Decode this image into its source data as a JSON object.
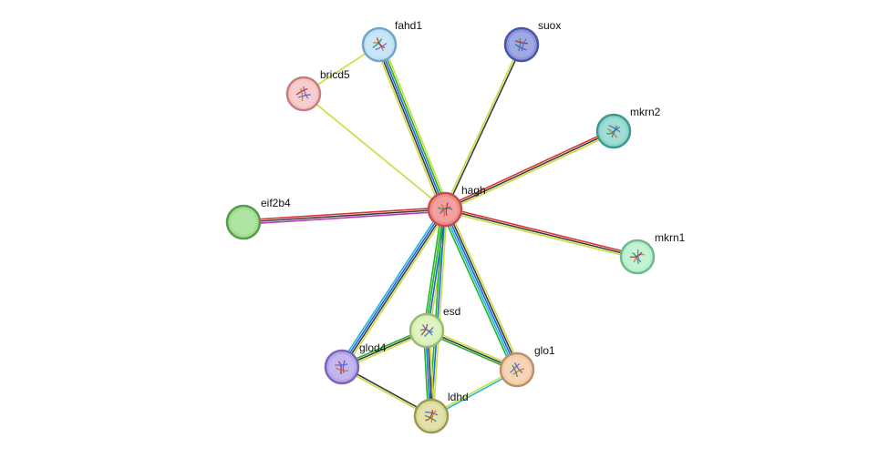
{
  "network": {
    "nodes": [
      {
        "id": "hagh",
        "label": "hagh",
        "fill": "#f08c8c",
        "stroke": "#c84c4c",
        "has_structure": true
      },
      {
        "id": "fahd1",
        "label": "fahd1",
        "fill": "#bfe0f6",
        "stroke": "#6fa6c8",
        "has_structure": true
      },
      {
        "id": "suox",
        "label": "suox",
        "fill": "#8c96dc",
        "stroke": "#4a54a8",
        "has_structure": true
      },
      {
        "id": "bricd5",
        "label": "bricd5",
        "fill": "#f6c4c4",
        "stroke": "#c48080",
        "has_structure": true
      },
      {
        "id": "mkrn2",
        "label": "mkrn2",
        "fill": "#8ad6cc",
        "stroke": "#3e9890",
        "has_structure": true
      },
      {
        "id": "eif2b4",
        "label": "eif2b4",
        "fill": "#9ede8e",
        "stroke": "#5a9a50",
        "has_structure": false
      },
      {
        "id": "mkrn1",
        "label": "mkrn1",
        "fill": "#b8f0cc",
        "stroke": "#70b890",
        "has_structure": true
      },
      {
        "id": "esd",
        "label": "esd",
        "fill": "#d8f0b4",
        "stroke": "#9ab878",
        "has_structure": true
      },
      {
        "id": "glod4",
        "label": "glod4",
        "fill": "#b8a6ec",
        "stroke": "#7a66b8",
        "has_structure": true
      },
      {
        "id": "glo1",
        "label": "glo1",
        "fill": "#f4cca8",
        "stroke": "#b89070",
        "has_structure": true
      },
      {
        "id": "ldhd",
        "label": "ldhd",
        "fill": "#dcdc98",
        "stroke": "#9a9a58",
        "has_structure": true
      }
    ],
    "edges": [
      {
        "source": "hagh",
        "target": "fahd1",
        "colors": [
          "#c8dc3c",
          "#3c3c3c",
          "#1e64dc",
          "#22b422",
          "#c8dc3c"
        ]
      },
      {
        "source": "hagh",
        "target": "suox",
        "colors": [
          "#c8dc3c",
          "#3c3c3c"
        ]
      },
      {
        "source": "hagh",
        "target": "bricd5",
        "colors": [
          "#c8dc3c"
        ]
      },
      {
        "source": "hagh",
        "target": "mkrn2",
        "colors": [
          "#dc3232",
          "#3c3c3c",
          "#c8dc3c"
        ]
      },
      {
        "source": "hagh",
        "target": "eif2b4",
        "colors": [
          "#b43cb4",
          "#3c3c3c",
          "#dc3232"
        ]
      },
      {
        "source": "hagh",
        "target": "mkrn1",
        "colors": [
          "#dc3232",
          "#3c3c3c",
          "#c8dc3c"
        ]
      },
      {
        "source": "hagh",
        "target": "esd",
        "colors": [
          "#c8dc3c",
          "#1e64dc",
          "#22b422",
          "#22b422"
        ]
      },
      {
        "source": "hagh",
        "target": "glod4",
        "colors": [
          "#c8dc3c",
          "#3c3c3c",
          "#1e64dc",
          "#22b4dc"
        ]
      },
      {
        "source": "hagh",
        "target": "glo1",
        "colors": [
          "#c8dc3c",
          "#3c3c3c",
          "#1e64dc",
          "#22b4dc",
          "#22b422"
        ]
      },
      {
        "source": "hagh",
        "target": "ldhd",
        "colors": [
          "#c8dc3c",
          "#1e64dc",
          "#22b422"
        ]
      },
      {
        "source": "fahd1",
        "target": "bricd5",
        "colors": [
          "#c8dc3c"
        ]
      },
      {
        "source": "esd",
        "target": "glod4",
        "colors": [
          "#c8dc3c",
          "#3c3c3c",
          "#22b422"
        ]
      },
      {
        "source": "esd",
        "target": "glo1",
        "colors": [
          "#c8dc3c",
          "#3c3c3c",
          "#22b422"
        ]
      },
      {
        "source": "esd",
        "target": "ldhd",
        "colors": [
          "#c8dc3c",
          "#3c3c3c",
          "#1e64dc",
          "#22b422"
        ]
      },
      {
        "source": "glod4",
        "target": "ldhd",
        "colors": [
          "#3c3c3c",
          "#c8dc3c"
        ]
      },
      {
        "source": "glo1",
        "target": "ldhd",
        "colors": [
          "#22b4dc",
          "#c8dc3c"
        ]
      }
    ]
  }
}
